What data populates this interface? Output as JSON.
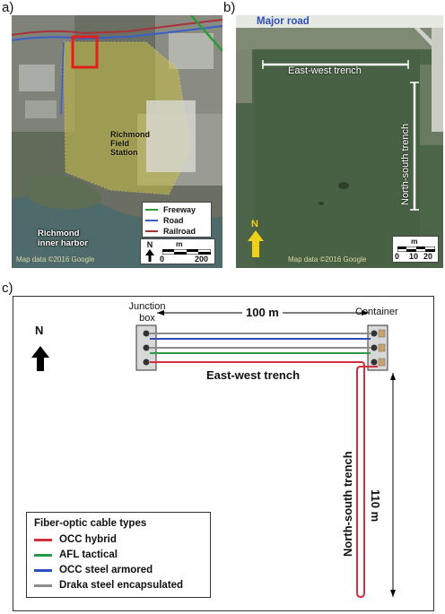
{
  "panel_a": {
    "letter": "a)",
    "site_label": "Richmond\nField\nStation",
    "harbor_label": "Richmond\ninner harbor",
    "credit": "Map data ©2016 Google",
    "legend": [
      {
        "label": "Freeway",
        "color": "#2e9a3a"
      },
      {
        "label": "Road",
        "color": "#3a5fc8"
      },
      {
        "label": "Railroad",
        "color": "#a8323a"
      }
    ],
    "scale": {
      "unit": "m",
      "ticks": [
        "0",
        "200"
      ]
    },
    "north": "N"
  },
  "panel_b": {
    "letter": "b)",
    "major_road": "Major road",
    "ew_trench": "East-west trench",
    "ns_trench": "North-south trench",
    "credit": "Map data ©2016 Google",
    "north": "N",
    "scale": {
      "unit": "m",
      "ticks": [
        "0",
        "10",
        "20"
      ]
    }
  },
  "panel_c": {
    "letter": "c)",
    "north": "N",
    "junction_box": "Junction\nbox",
    "container": "Container",
    "distance_ew": "100 m",
    "distance_ns": "110 m",
    "ew_trench": "East-west trench",
    "ns_trench": "North-south trench",
    "legend_title": "Fiber-optic cable types",
    "legend": [
      {
        "label": "OCC hybrid",
        "color": "#d1303f"
      },
      {
        "label": "AFL tactical",
        "color": "#2a9a48"
      },
      {
        "label": "OCC steel armored",
        "color": "#2f4fb8"
      },
      {
        "label": "Draka steel encapsulated",
        "color": "#8d8d8d"
      }
    ]
  }
}
